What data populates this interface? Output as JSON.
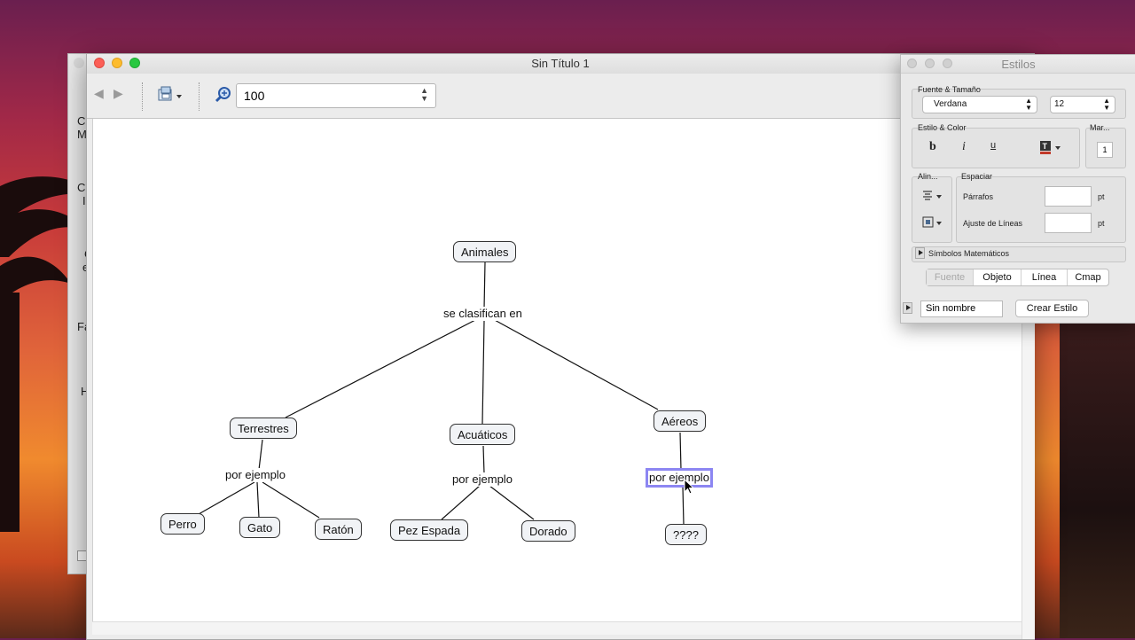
{
  "window": {
    "title": "Sin Título 1",
    "zoom_value": "100"
  },
  "back_window": {
    "sidebar_fragments": [
      "Cr",
      "M",
      "Cr",
      "I",
      "C",
      "e",
      "Fa",
      "H"
    ]
  },
  "concept_map": {
    "concepts": {
      "animales": "Animales",
      "terrestres": "Terrestres",
      "acuaticos": "Acuáticos",
      "aereos": "Aéreos",
      "perro": "Perro",
      "gato": "Gato",
      "raton": "Ratón",
      "pez_espada": "Pez Espada",
      "dorado": "Dorado",
      "unknown": "????"
    },
    "links": {
      "se_clasifican": "se clasifican en",
      "por_ejemplo_1": "por ejemplo",
      "por_ejemplo_2": "por ejemplo",
      "por_ejemplo_3": "por ejemplo"
    }
  },
  "styles_panel": {
    "title": "Estilos",
    "font_group_label": "Fuente & Tamaño",
    "font_name": "Verdana",
    "font_size": "12",
    "style_group_label": "Estilo & Color",
    "bold": "b",
    "italic": "i",
    "underline": "u",
    "margin_label": "Mar...",
    "margin_value": "1",
    "align_label": "Alin...",
    "spacing_label": "Espaciar",
    "paragraphs_label": "Párrafos",
    "line_adjust_label": "Ajuste de Líneas",
    "pt_unit_1": "pt",
    "pt_unit_2": "pt",
    "math_symbols_label": "Símbolos Matemáticos",
    "tabs": [
      "Fuente",
      "Objeto",
      "Línea",
      "Cmap"
    ],
    "active_tab": "Fuente",
    "style_name_value": "Sin nombre",
    "create_style_button": "Crear Estilo"
  },
  "colors": {
    "selection": "#8c86f2",
    "close": "#fc5f57",
    "minimize": "#fdbc2e",
    "zoom": "#28c840"
  }
}
